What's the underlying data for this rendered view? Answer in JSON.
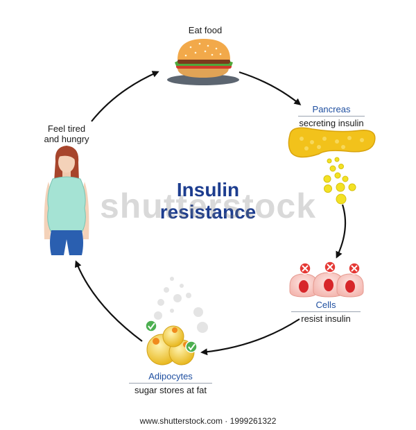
{
  "labels": {
    "eat_food": "Eat food",
    "pancreas_title": "Pancreas",
    "pancreas_sub": "secreting insulin",
    "cells_title": "Cells",
    "cells_sub": "resist insulin",
    "adipocytes_title": "Adipocytes",
    "adipocytes_sub": "sugar stores at fat",
    "feel_line1": "Feel tired",
    "feel_line2": "and hungry"
  },
  "title": {
    "line1": "Insulin",
    "line2": "resistance"
  },
  "watermark": "shutterstock",
  "footer": "www.shutterstock.com · 1999261322",
  "colors": {
    "arrow": "#111111",
    "title": "#1d3d8f",
    "label_blue": "#1f4fa0",
    "pancreas": "#f2c21b"
  }
}
